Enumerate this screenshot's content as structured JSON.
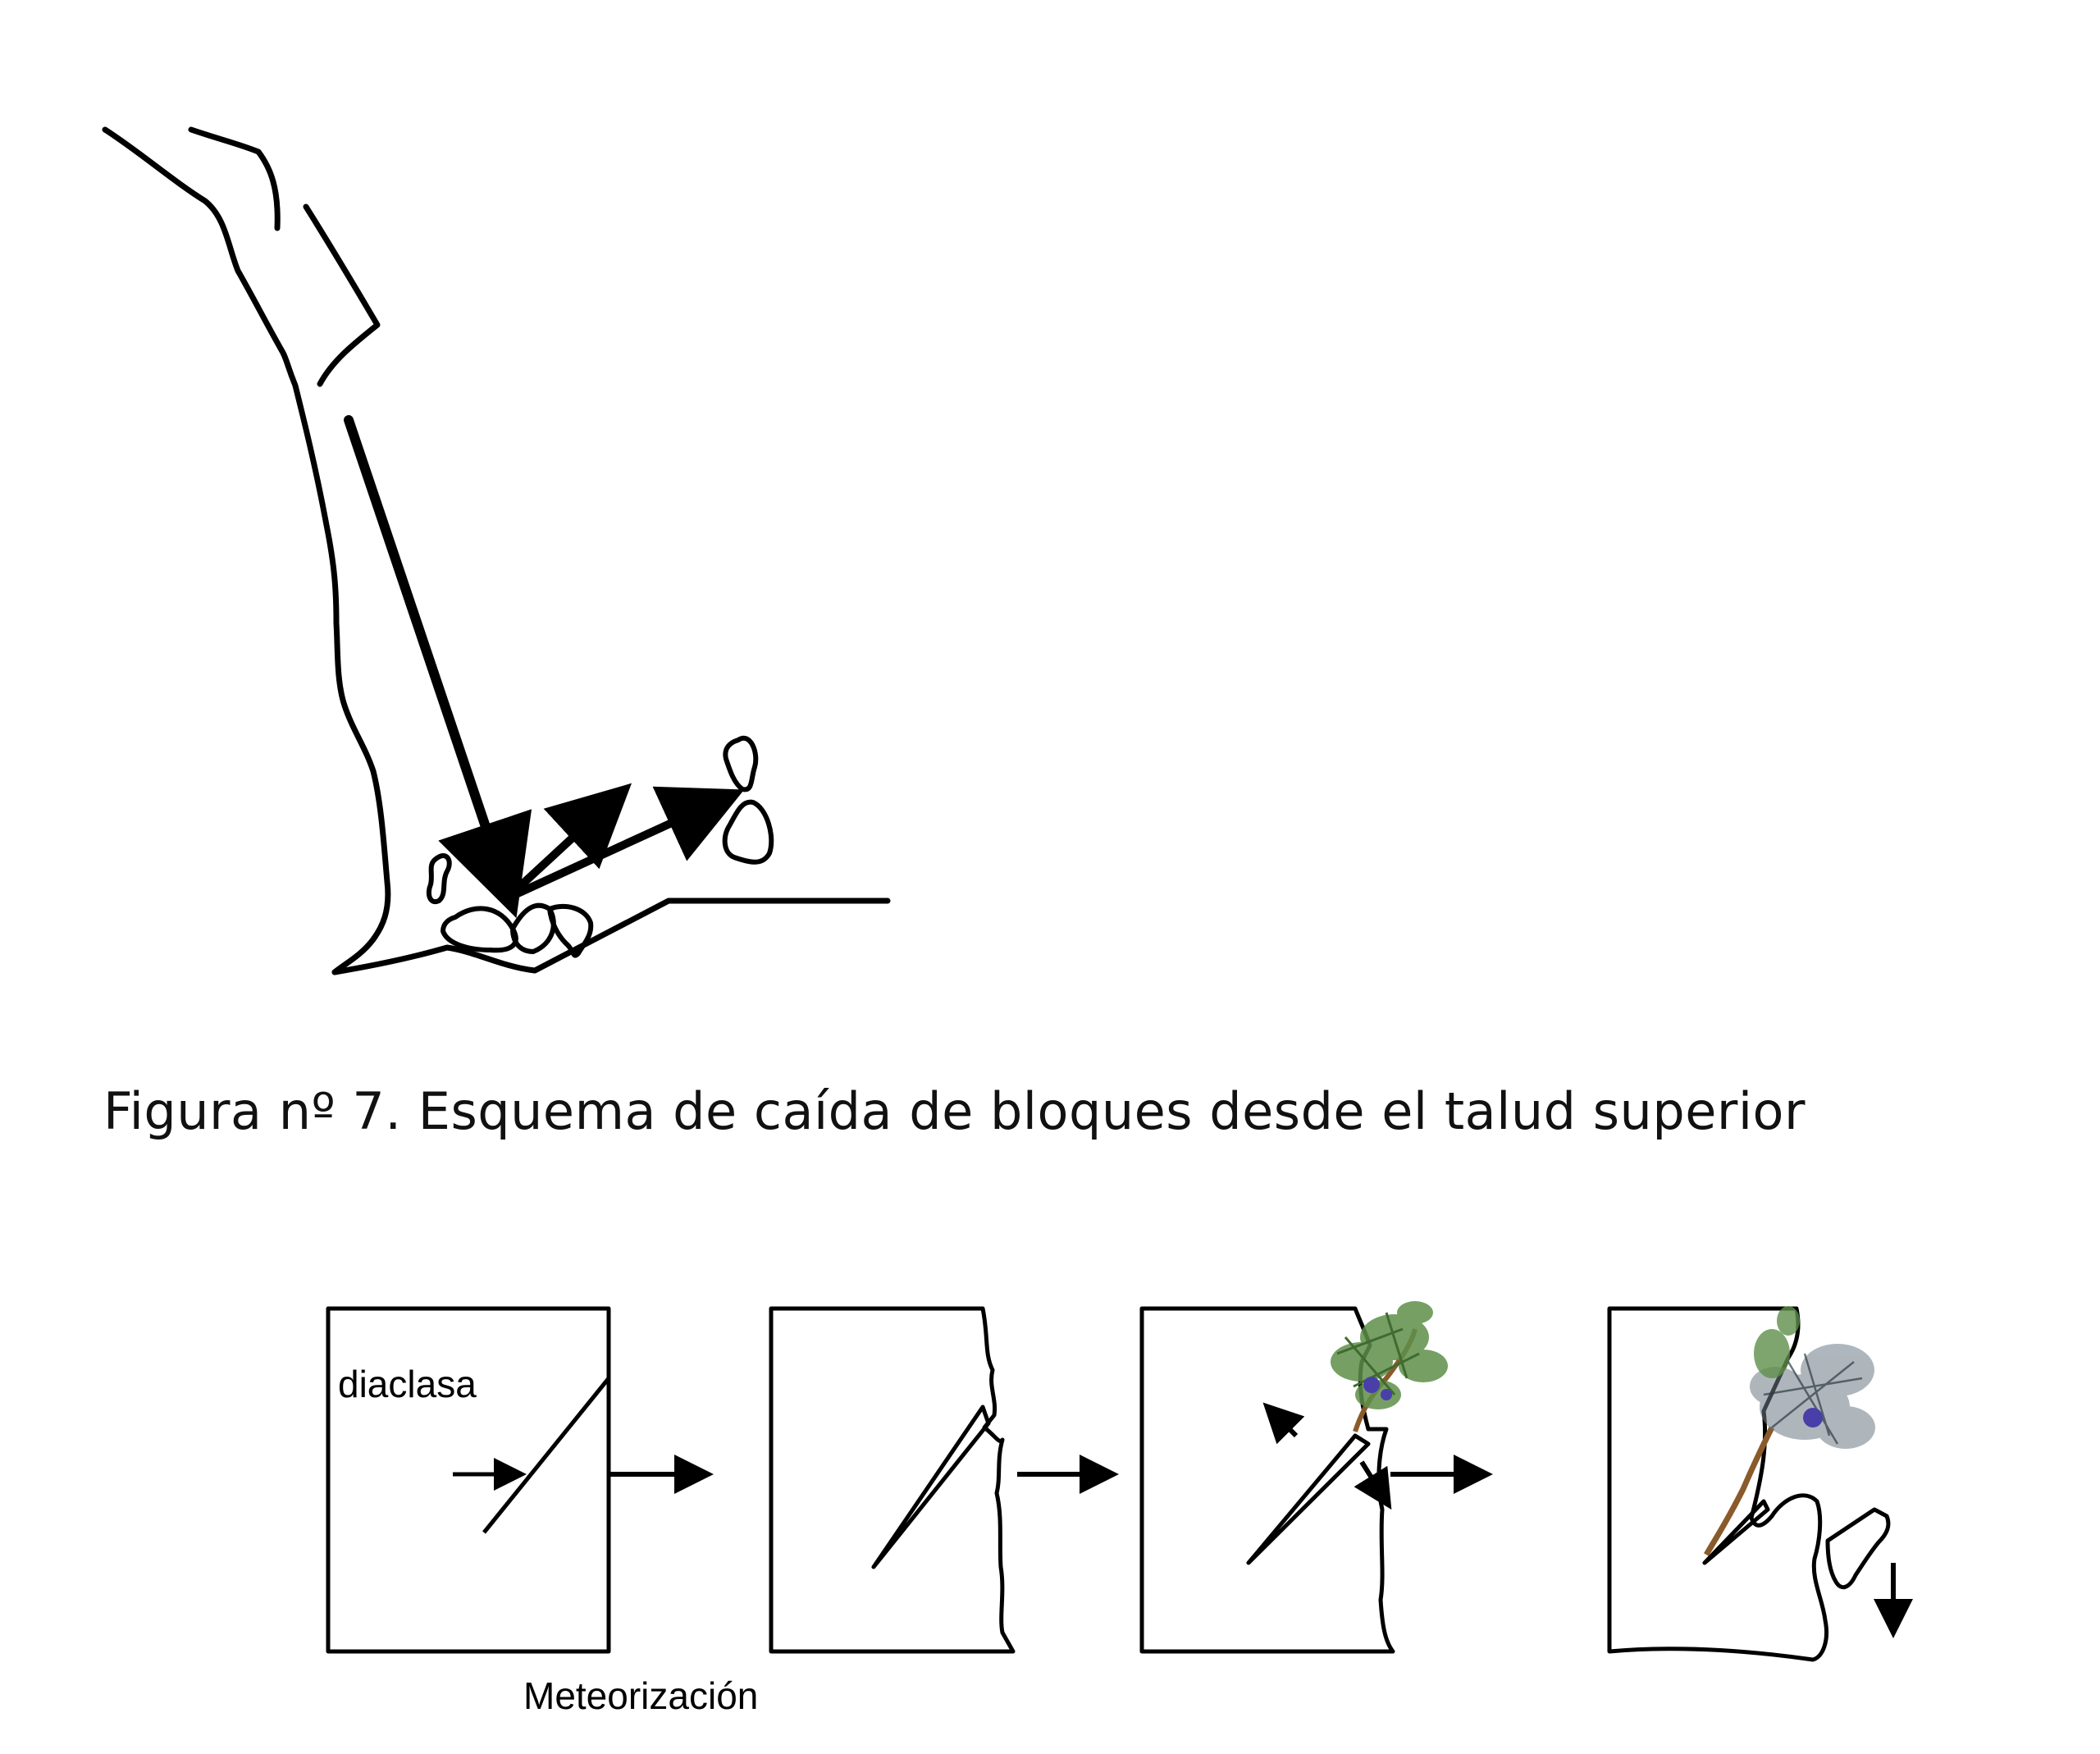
{
  "figure_top": {
    "caption": "Figura nº 7. Esquema de caída de bloques desde el talud superior"
  },
  "figure_bottom": {
    "label_joint": "diaclasa",
    "label_process": "Meteorización"
  },
  "colors": {
    "stroke": "#000000",
    "foliage": "#5f8f4a",
    "flower": "#4a3fa8",
    "branch": "#8a5a2b"
  }
}
